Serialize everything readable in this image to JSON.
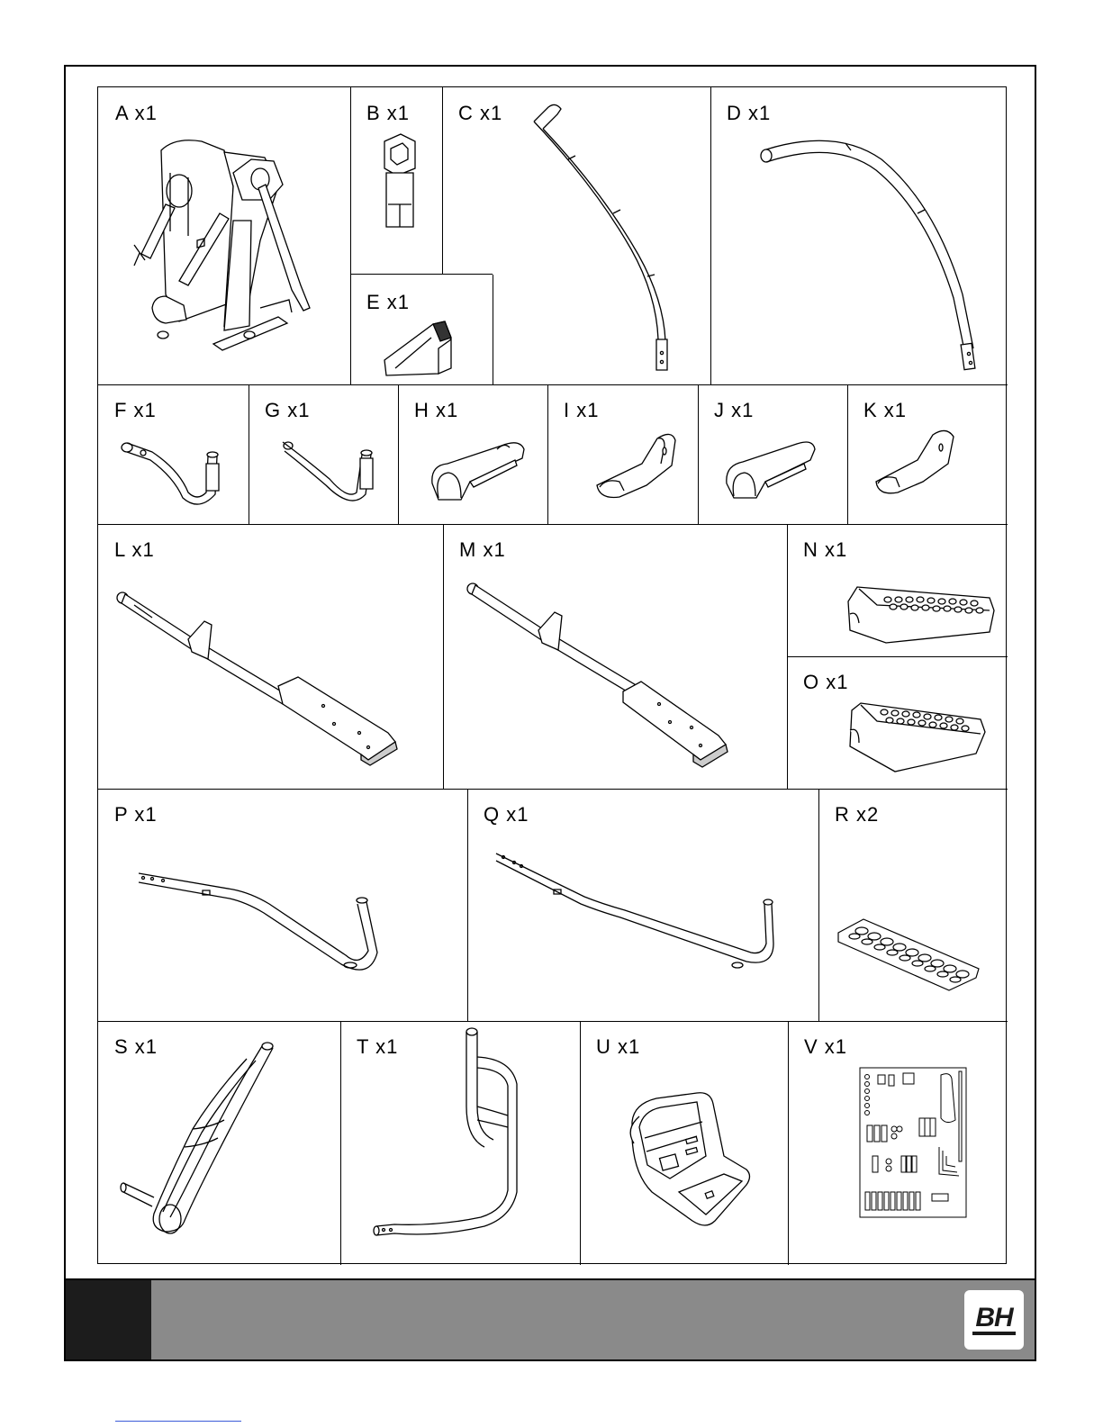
{
  "parts": [
    {
      "id": "A",
      "label": "A x1"
    },
    {
      "id": "B",
      "label": "B x1"
    },
    {
      "id": "C",
      "label": "C x1"
    },
    {
      "id": "D",
      "label": "D x1"
    },
    {
      "id": "E",
      "label": "E x1"
    },
    {
      "id": "F",
      "label": "F x1"
    },
    {
      "id": "G",
      "label": "G x1"
    },
    {
      "id": "H",
      "label": "H x1"
    },
    {
      "id": "I",
      "label": "I x1"
    },
    {
      "id": "J",
      "label": "J x1"
    },
    {
      "id": "K",
      "label": "K x1"
    },
    {
      "id": "L",
      "label": "L x1"
    },
    {
      "id": "M",
      "label": "M x1"
    },
    {
      "id": "N",
      "label": "N x1"
    },
    {
      "id": "O",
      "label": "O x1"
    },
    {
      "id": "P",
      "label": "P x1"
    },
    {
      "id": "Q",
      "label": "Q x1"
    },
    {
      "id": "R",
      "label": "R x2"
    },
    {
      "id": "S",
      "label": "S x1"
    },
    {
      "id": "T",
      "label": "T x1"
    },
    {
      "id": "U",
      "label": "U x1"
    },
    {
      "id": "V",
      "label": "V x1"
    }
  ],
  "footer": {
    "brand_logo": "BH"
  },
  "colors": {
    "footer_bar": "#8a8a8a",
    "footer_tab": "#1c1c1c"
  }
}
